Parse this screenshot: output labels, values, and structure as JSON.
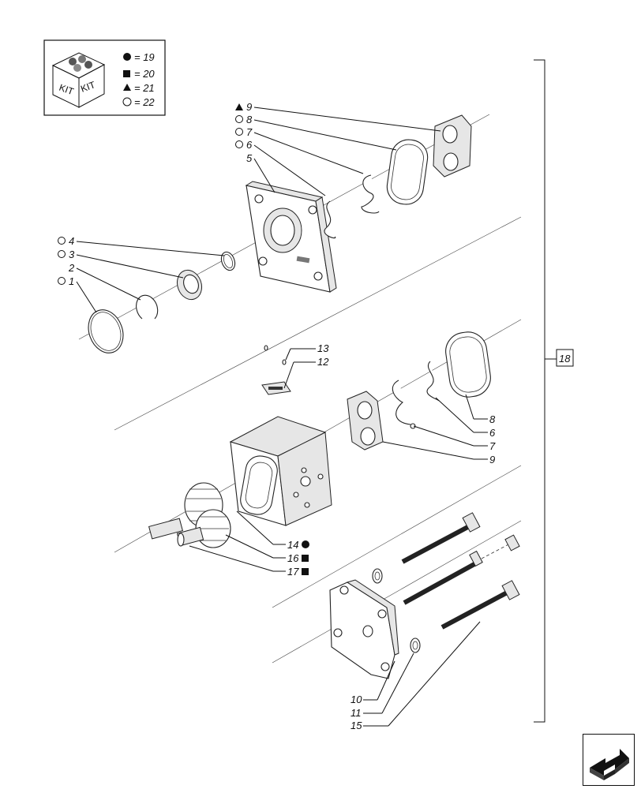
{
  "legend": {
    "icon": "kit-box-icon",
    "kit_labels": [
      "KIT",
      "KIT"
    ],
    "items": [
      {
        "symbol": "circle-filled",
        "text": "= 19"
      },
      {
        "symbol": "square-filled",
        "text": "= 20"
      },
      {
        "symbol": "triangle-filled",
        "text": "= 21"
      },
      {
        "symbol": "circle-open",
        "text": "= 22"
      }
    ]
  },
  "callouts": {
    "c1": "1",
    "c2": "2",
    "c3": "3",
    "c4": "4",
    "c5": "5",
    "c6_top": "6",
    "c7_top": "7",
    "c8_top": "8",
    "c9_top": "9",
    "c6_mid": "6",
    "c7_mid": "7",
    "c8_mid": "8",
    "c9_mid": "9",
    "c10": "10",
    "c11": "11",
    "c12": "12",
    "c13": "13",
    "c14": "14",
    "c15": "15",
    "c16": "16",
    "c17": "17",
    "c18": "18"
  },
  "nav": {
    "icon": "next-page-arrow-icon"
  }
}
